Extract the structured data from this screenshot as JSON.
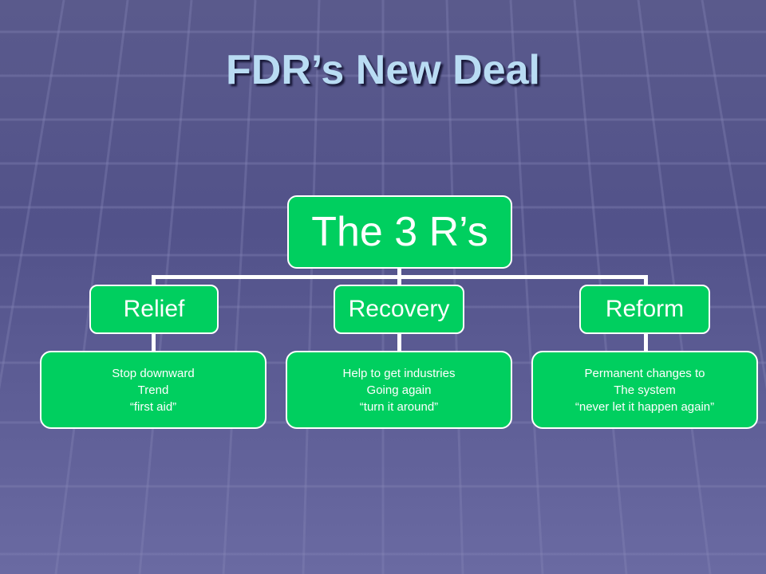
{
  "slide": {
    "title": "FDR’s New Deal"
  },
  "diagram": {
    "root": "The 3 R’s",
    "branches": [
      {
        "label": "Relief",
        "details": [
          "Stop downward",
          "Trend",
          "“first aid”"
        ]
      },
      {
        "label": "Recovery",
        "details": [
          "Help to get industries",
          "Going again",
          "“turn it around”"
        ]
      },
      {
        "label": "Reform",
        "details": [
          "Permanent changes to",
          "The system",
          "“never let it happen again”"
        ]
      }
    ]
  },
  "colors": {
    "node_fill": "#00cf5f",
    "node_border": "#ffffff",
    "title": "#b9dcf3",
    "background": "#55558d"
  }
}
